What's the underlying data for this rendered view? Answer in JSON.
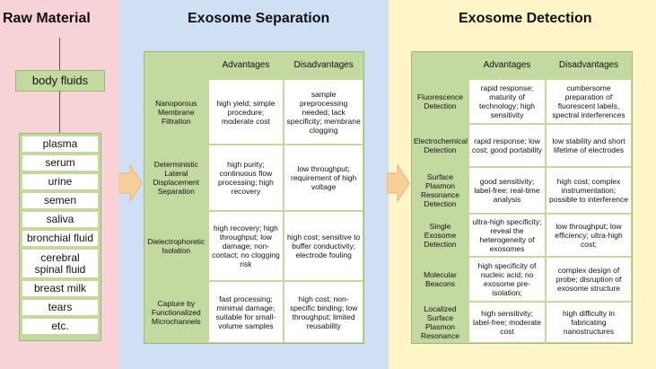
{
  "raw": {
    "title": "Raw Material",
    "source": "body fluids",
    "items": [
      "plasma",
      "serum",
      "urine",
      "semen",
      "saliva",
      "bronchial fluid",
      "cerebral spinal fluid",
      "breast milk",
      "tears",
      "etc."
    ]
  },
  "separation": {
    "title": "Exosome Separation",
    "col_adv": "Advantages",
    "col_dis": "Disadvantages",
    "rows": [
      {
        "method": "Nanoporous Membrane Filtration",
        "adv": "high yield; simple procedure; moderate cost",
        "dis": "sample preprocessing needed; lack specificity; membrane clogging"
      },
      {
        "method": "Deterministic Lateral Displacement Separation",
        "adv": "high purity; continuous flow processing; high recovery",
        "dis": "low throughput; requirement of high voltage"
      },
      {
        "method": "Dielectrophoretic Isolation",
        "adv": "high recovery; high throughput; low damage; non-contact; no clogging risk",
        "dis": "high cost; sensitive to buffer conductivity; electrode fouling"
      },
      {
        "method": "Capture by Functionalized Microchannels",
        "adv": "fast processing; minimal damage; suitable for small-volume samples",
        "dis": "high cost; non-specific binding; low throughput; limited reusability"
      }
    ]
  },
  "detection": {
    "title": "Exosome Detection",
    "col_adv": "Advantages",
    "col_dis": "Disadvantages",
    "rows": [
      {
        "method": "Fluorescence Detection",
        "adv": "rapid response; maturity of technology; high sensitivity",
        "dis": "cumbersome preparation of fluorescent labels, spectral interferences"
      },
      {
        "method": "Electrochemical Detection",
        "adv": "rapid response; low cost; good portability",
        "dis": "low stability and short lifetime of electrodes"
      },
      {
        "method": "Surface Plasmon Resonance Detection",
        "adv": "good sensitivity; label-free; real-time analysis",
        "dis": "high cost; complex instrumentation; possible to interference"
      },
      {
        "method": "Single Exosome Detection",
        "adv": "ultra-high specificity; reveal the heterogeneity of exosomes",
        "dis": "low throughput; low efficiency; ultra-high cost;"
      },
      {
        "method": "Molecular Beacons",
        "adv": "high specificity of nucleic acid; no exosome pre-isolation;",
        "dis": "complex design of probe; disruption of exosome structure"
      },
      {
        "method": "Localized Surface Plasmon Resonance",
        "adv": "high sensitivity; label-free; moderate cost",
        "dis": "high difficulty in fabricating nanostructures"
      }
    ]
  },
  "colors": {
    "raw_bg": "#f7d3d8",
    "sep_bg": "#cfe0f5",
    "det_bg": "#fdf4c8",
    "green": "#c3d99f",
    "arrow": "#f9cf98"
  }
}
